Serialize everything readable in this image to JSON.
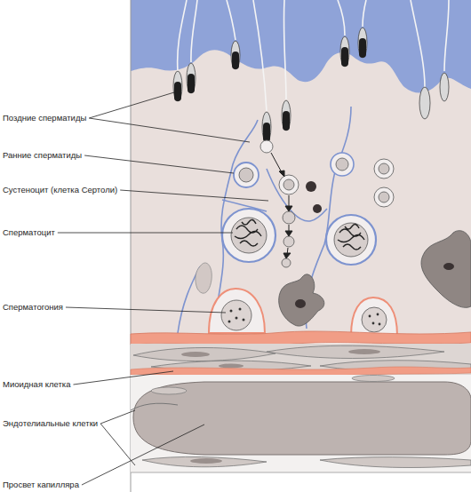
{
  "diagram": {
    "labels": [
      "Поздние сперматиды",
      "Ранние сперматиды",
      "Сустеноцит (клетка Сертоли)",
      "Сперматоцит",
      "Сперматогония",
      "Миоидная клетка",
      "Эндотелиальные клетки",
      "Просвет капилляра"
    ]
  }
}
